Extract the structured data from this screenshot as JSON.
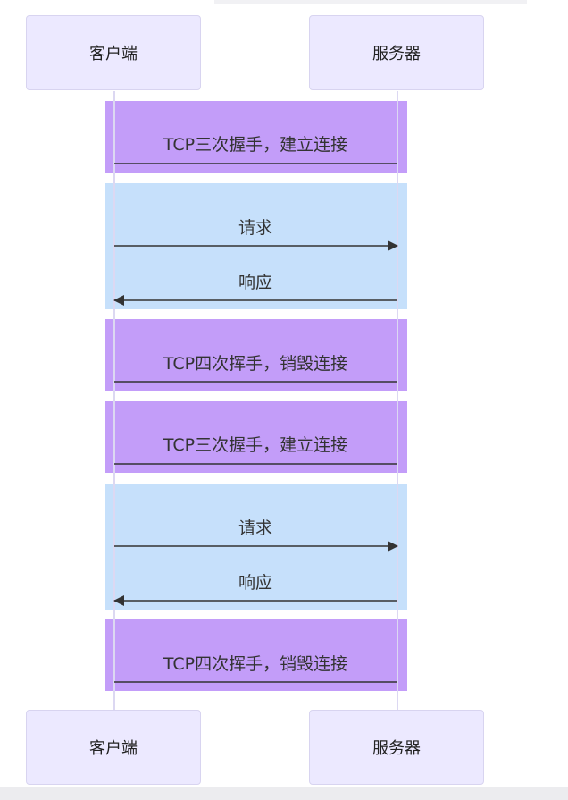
{
  "participants": {
    "client": "客户端",
    "server": "服务器"
  },
  "messages": [
    {
      "label": "TCP三次握手，建立连接"
    },
    {
      "label": "请求"
    },
    {
      "label": "响应"
    },
    {
      "label": "TCP四次挥手，销毁连接"
    },
    {
      "label": "TCP三次握手，建立连接"
    },
    {
      "label": "请求"
    },
    {
      "label": "响应"
    },
    {
      "label": "TCP四次挥手，销毁连接"
    }
  ],
  "colors": {
    "actor_fill": "#ece9ff",
    "actor_border": "#d8d4f0",
    "tcp_block": "#c39df9",
    "http_block": "#c6e0fb",
    "arrow": "#333333"
  }
}
